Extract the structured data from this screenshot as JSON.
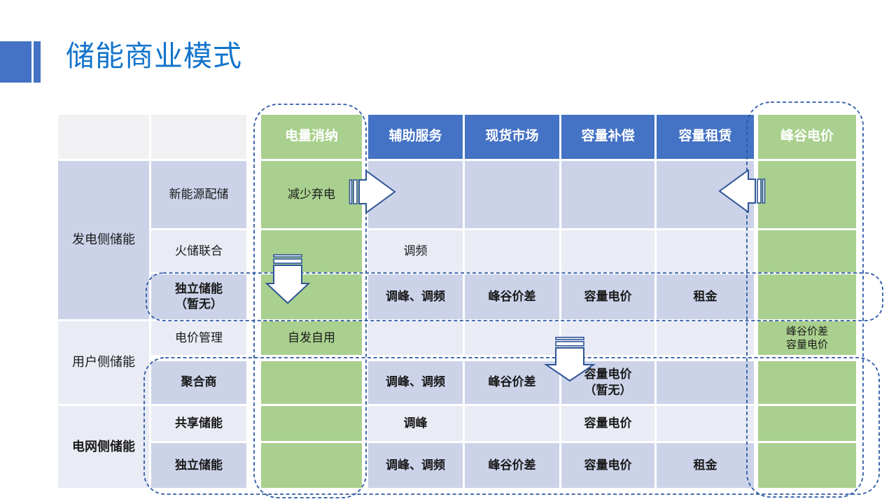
{
  "title": {
    "text": "储能商业模式"
  },
  "colors": {
    "title_blue": "#1274CC",
    "accent_square_blue": "#4472C4",
    "header_blue": "#4472C4",
    "header_green": "#A9D08E",
    "green_column": "#A9D08E",
    "band_dark": "#CCD3E9",
    "band_light": "#E9EBF5",
    "header_gray": "#F1F1F3",
    "dash_blue": "#2E5AA5",
    "arrow_outline_blue": "#2F5597",
    "text_black": "#1A1A1A",
    "header_text_white": "#FFFFFF"
  },
  "table": {
    "columns": [
      {
        "label": "电量消纳",
        "style": "green"
      },
      {
        "label": "辅助服务",
        "style": "blue"
      },
      {
        "label": "现货市场",
        "style": "blue"
      },
      {
        "label": "容量补偿",
        "style": "blue"
      },
      {
        "label": "容量租赁",
        "style": "blue"
      },
      {
        "label": "峰谷电价",
        "style": "green"
      }
    ],
    "groups": [
      {
        "label": "发电侧储能",
        "bold": false
      },
      {
        "label": "用户侧储能",
        "bold": false
      },
      {
        "label": "电网侧储能",
        "bold": true
      }
    ],
    "rows": [
      {
        "label": "新能源配储",
        "bold": false,
        "c1": "减少弃电",
        "c2": "",
        "c3": "",
        "c4": "",
        "c5": "",
        "c6": ""
      },
      {
        "label": "火储联合",
        "bold": false,
        "c1": "",
        "c2": "调频",
        "c3": "",
        "c4": "",
        "c5": "",
        "c6": ""
      },
      {
        "label": "独立储能\n（暂无）",
        "bold": true,
        "c1": "",
        "c2": "调峰、调频",
        "c3": "峰谷价差",
        "c4": "容量电价",
        "c5": "租金",
        "c6": ""
      },
      {
        "label": "电价管理",
        "bold": false,
        "c1": "自发自用",
        "c2": "",
        "c3": "",
        "c4": "",
        "c5": "",
        "c6": "峰谷价差\n容量电价"
      },
      {
        "label": "聚合商",
        "bold": true,
        "c1": "",
        "c2": "调峰、调频",
        "c3": "峰谷价差",
        "c4": "容量电价\n（暂无）",
        "c5": "",
        "c6": ""
      },
      {
        "label": "共享储能",
        "bold": true,
        "c1": "",
        "c2": "调峰",
        "c3": "",
        "c4": "容量电价",
        "c5": "",
        "c6": ""
      },
      {
        "label": "独立储能",
        "bold": true,
        "c1": "",
        "c2": "调峰、调频",
        "c3": "峰谷价差",
        "c4": "容量电价",
        "c5": "租金",
        "c6": ""
      }
    ]
  },
  "annotations": {
    "highlights": [
      {
        "name": "highlight-column-consumption",
        "around": "电量消纳"
      },
      {
        "name": "highlight-column-peak-valley-price",
        "around": "峰谷电价"
      },
      {
        "name": "highlight-row-independent-storage",
        "around": "独立储能（暂无）"
      },
      {
        "name": "highlight-rows-aggregator-to-grid-side",
        "around": "聚合商/共享储能/独立储能"
      }
    ],
    "arrows": [
      {
        "name": "striped-right-arrow",
        "direction": "right"
      },
      {
        "name": "striped-left-arrow",
        "direction": "left"
      },
      {
        "name": "striped-down-arrow-generation",
        "direction": "down"
      },
      {
        "name": "striped-down-arrow-user",
        "direction": "down"
      }
    ]
  }
}
